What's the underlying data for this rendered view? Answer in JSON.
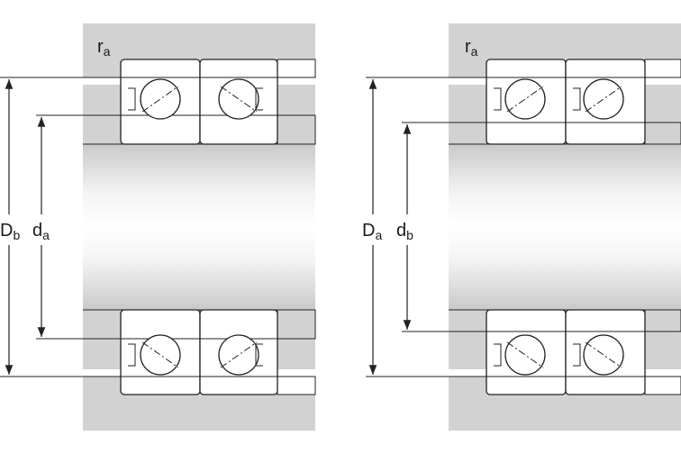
{
  "colors": {
    "housing": "#d2d2d2",
    "line": "#222222",
    "ring": "#ffffff",
    "shaft_light": "#fafafa",
    "shaft_dark": "#cfcfcf"
  },
  "left_figure": {
    "corner_label": {
      "main": "r",
      "sub": "a"
    },
    "outer_dimension": {
      "main": "D",
      "sub": "b"
    },
    "inner_dimension": {
      "main": "d",
      "sub": "a"
    }
  },
  "right_figure": {
    "corner_label": {
      "main": "r",
      "sub": "a"
    },
    "outer_dimension": {
      "main": "D",
      "sub": "a"
    },
    "inner_dimension": {
      "main": "d",
      "sub": "b"
    }
  }
}
